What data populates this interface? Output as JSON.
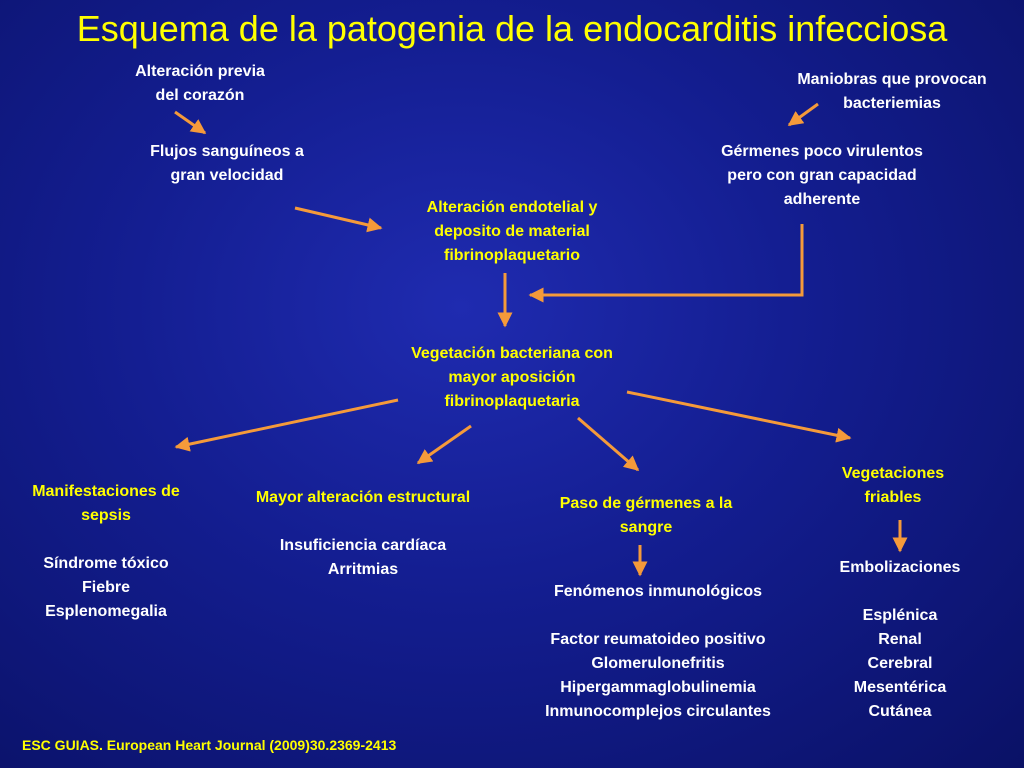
{
  "title": "Esquema de la patogenia de la endocarditis infecciosa",
  "colors": {
    "background": "#131d8f",
    "title": "#ffff00",
    "arrow": "#f59a3a",
    "text_white": "#ffffff",
    "text_yellow": "#ffff00"
  },
  "nodes": {
    "alteracion_previa": [
      "Alteración previa",
      "del corazón"
    ],
    "maniobras": [
      "Maniobras que provocan",
      "bacteriemias"
    ],
    "flujos": [
      "Flujos sanguíneos a",
      "gran velocidad"
    ],
    "germenes": [
      "Gérmenes poco virulentos",
      "pero con gran capacidad",
      "adherente"
    ],
    "alteracion_endotelial": [
      "Alteración endotelial y",
      "deposito de material",
      "fibrinoplaquetario"
    ],
    "vegetacion": [
      "Vegetación bacteriana con",
      "mayor aposición",
      "fibrinoplaquetaria"
    ],
    "manifestaciones": {
      "heading": [
        "Manifestaciones de",
        "sepsis"
      ],
      "items": [
        "Síndrome tóxico",
        "Fiebre",
        "Esplenomegalia"
      ]
    },
    "alteracion_estructural": {
      "heading": [
        "Mayor alteración estructural"
      ],
      "items": [
        "Insuficiencia cardíaca",
        "Arritmias"
      ]
    },
    "paso_germenes": {
      "heading": [
        "Paso de gérmenes a la",
        "sangre"
      ],
      "subheading": "Fenómenos inmunológicos",
      "items": [
        "Factor reumatoideo positivo",
        "Glomerulonefritis",
        "Hipergammaglobulinemia",
        "Inmunocomplejos circulantes"
      ]
    },
    "vegetaciones_friables": {
      "heading": [
        "Vegetaciones",
        "friables"
      ],
      "subheading": "Embolizaciones",
      "items": [
        "Esplénica",
        "Renal",
        "Cerebral",
        "Mesentérica",
        "Cutánea"
      ]
    }
  },
  "footer": "ESC GUIAS. European Heart Journal (2009)30.2369-2413"
}
